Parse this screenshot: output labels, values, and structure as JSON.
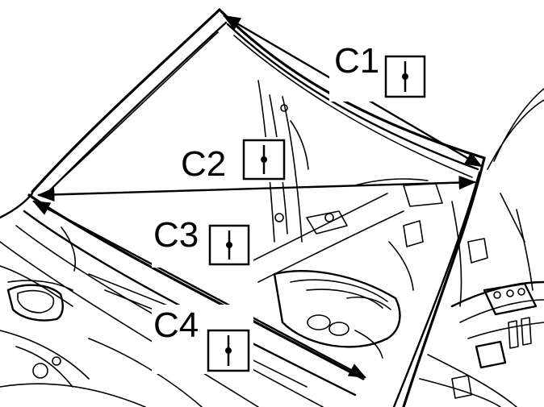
{
  "diagram": {
    "measurements": [
      {
        "id": "c1",
        "label": "C1",
        "icon": "measure-marker-icon"
      },
      {
        "id": "c2",
        "label": "C2",
        "icon": "measure-marker-icon"
      },
      {
        "id": "c3",
        "label": "C3",
        "icon": "measure-marker-icon"
      },
      {
        "id": "c4",
        "label": "C4",
        "icon": "measure-marker-icon"
      }
    ]
  }
}
